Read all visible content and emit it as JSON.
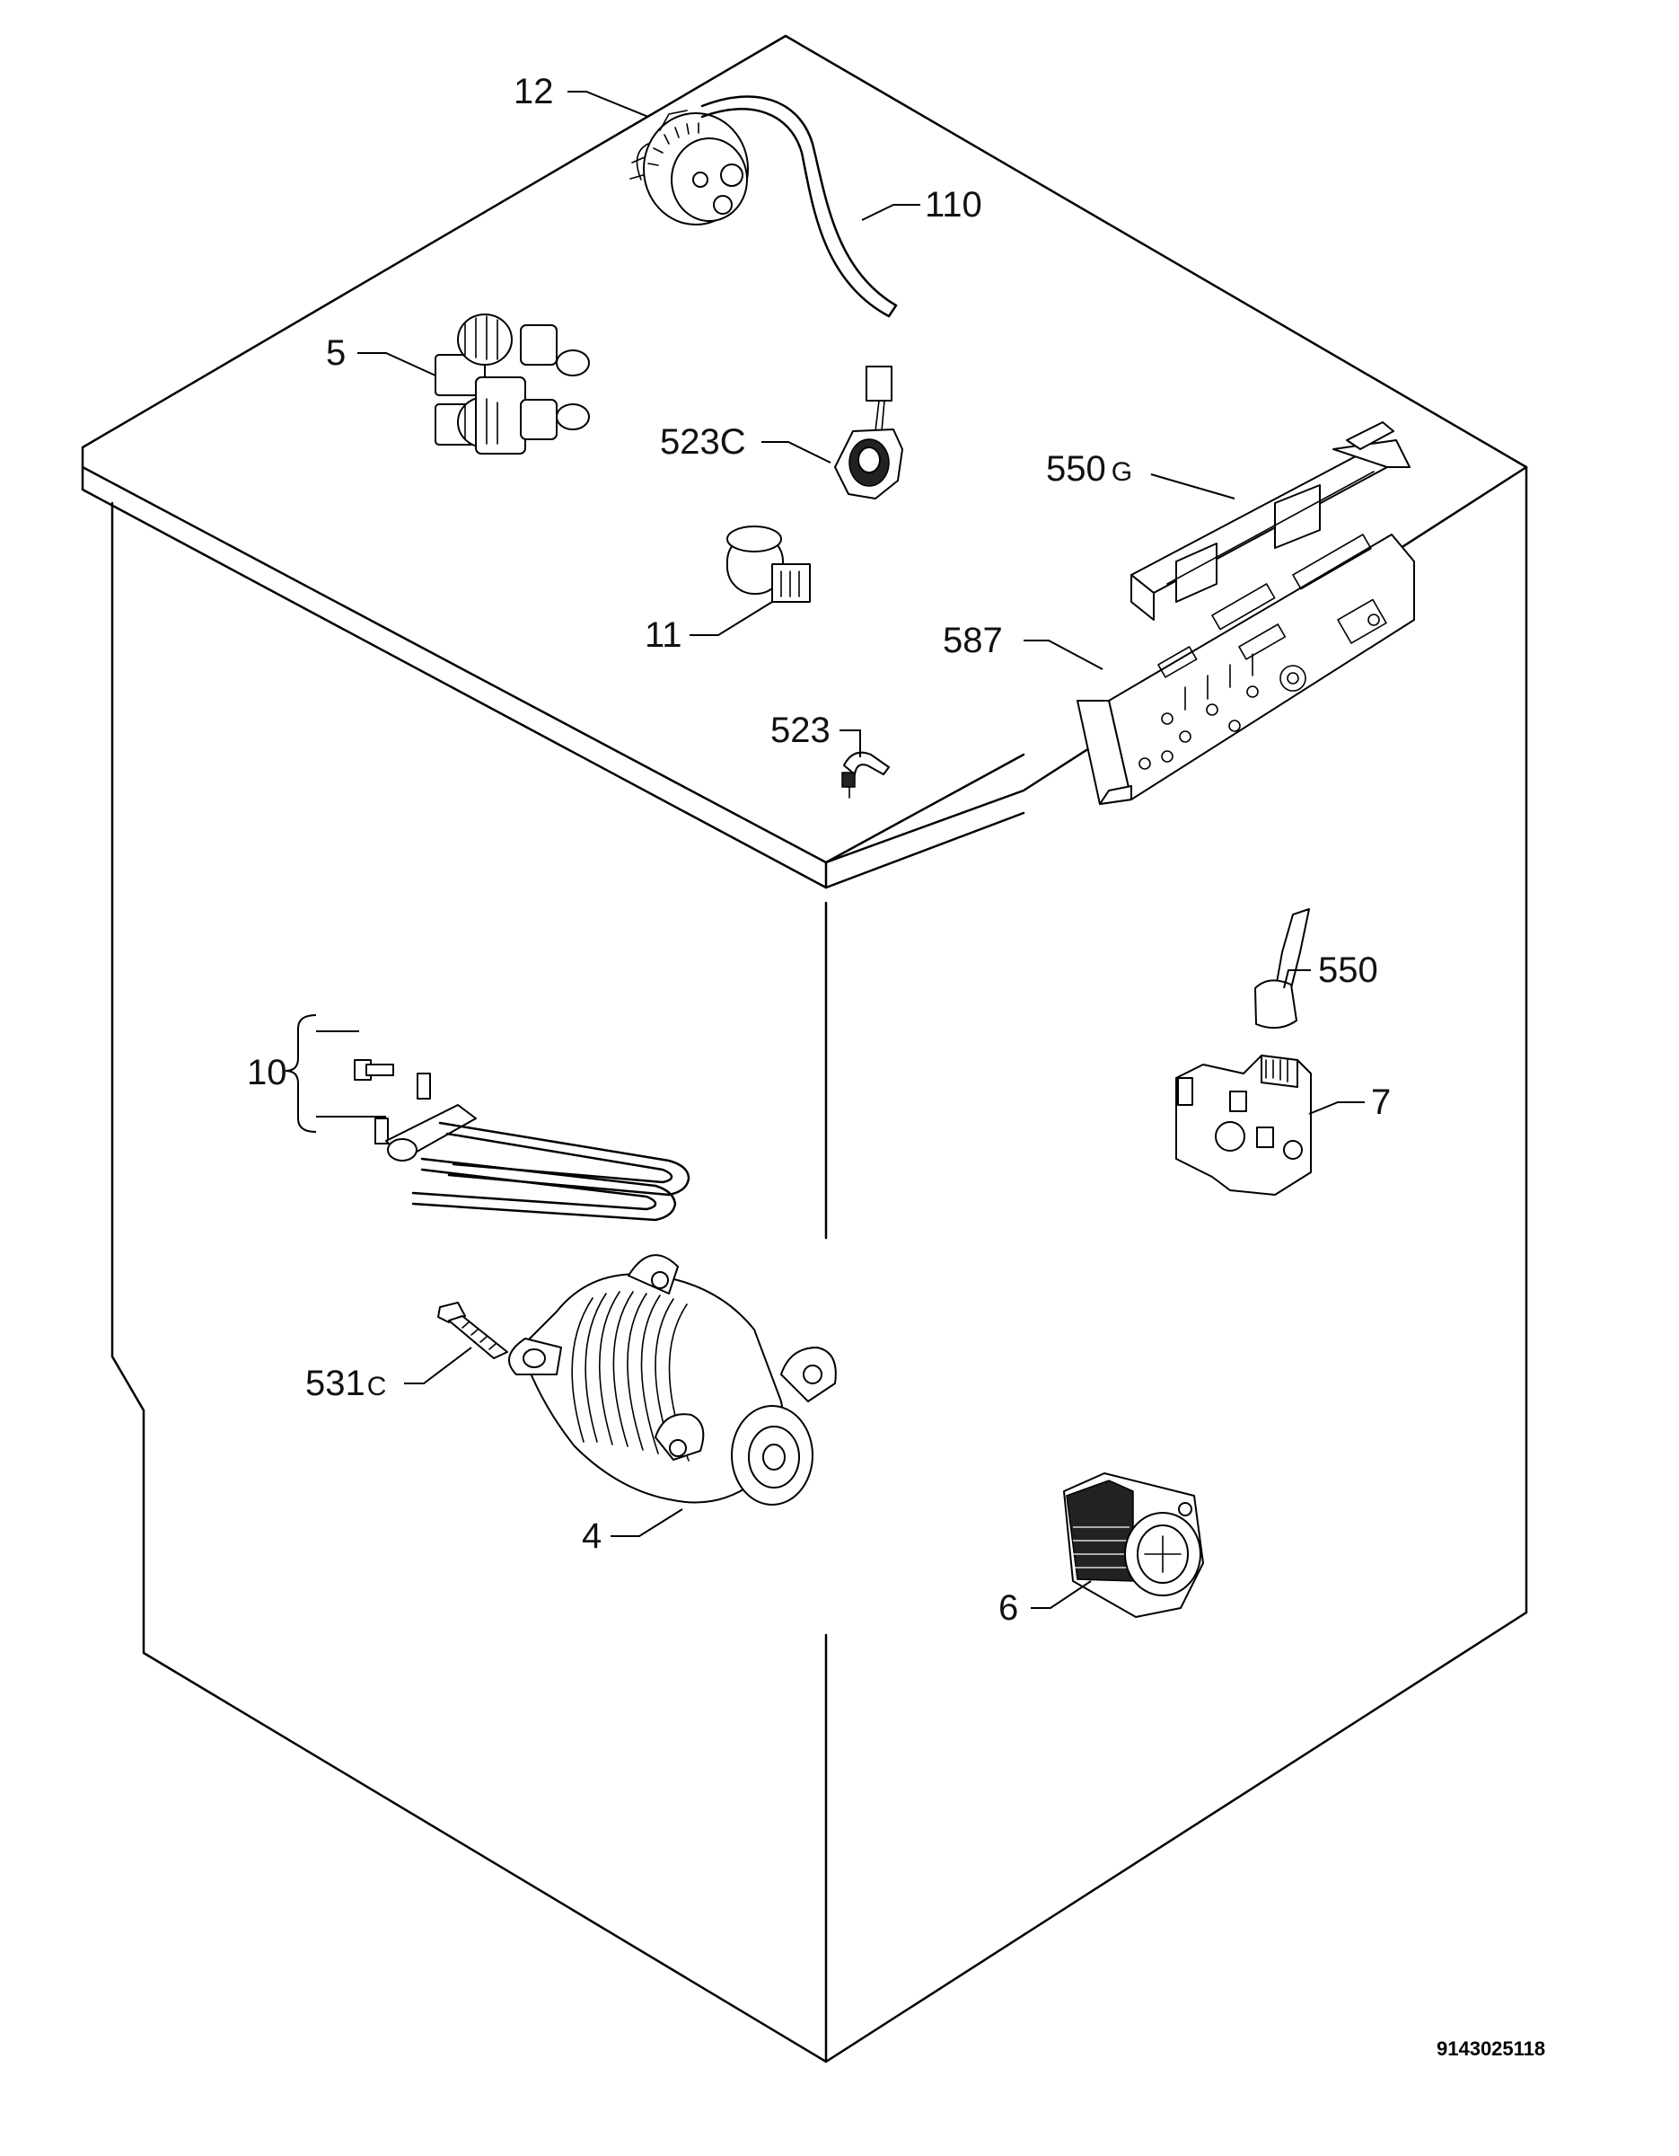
{
  "document_number": "9143025118",
  "callouts": {
    "p12": "12",
    "p110": "110",
    "p5": "5",
    "p523c_num": "523",
    "p523c_suffix": "C",
    "p550g_num": "550",
    "p550g_suffix": "G",
    "p11": "11",
    "p587": "587",
    "p523": "523",
    "p550": "550",
    "p10": "10",
    "p7": "7",
    "p531c_num": "531",
    "p531c_suffix": "C",
    "p4": "4",
    "p6": "6"
  }
}
